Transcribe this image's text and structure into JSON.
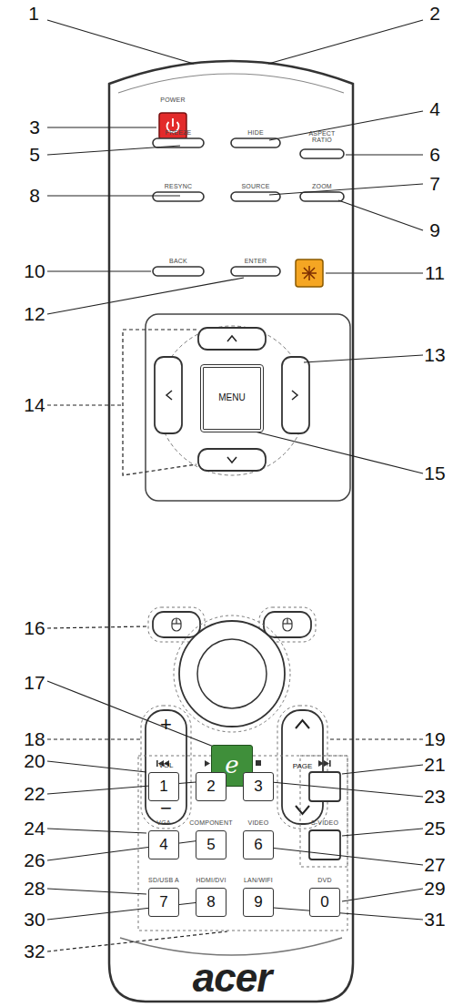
{
  "diagram": {
    "nodes": [
      {
        "text": [
          "MENU"
        ]
      },
      {
        "text": [
          "+",
          "VOL",
          "−"
        ]
      },
      {
        "text": [
          "e"
        ]
      },
      {
        "text": [
          "PAGE"
        ]
      },
      {
        "text": [
          "1"
        ]
      },
      {
        "text": [
          "2"
        ]
      },
      {
        "text": [
          "3"
        ]
      },
      {
        "text": [
          "4"
        ]
      },
      {
        "text": [
          "5"
        ]
      },
      {
        "text": [
          "6"
        ]
      },
      {
        "text": [
          "7"
        ]
      },
      {
        "text": [
          "8"
        ]
      },
      {
        "text": [
          "9"
        ]
      },
      {
        "text": [
          "0"
        ]
      }
    ],
    "labels": [
      "1",
      "2",
      "3",
      "4",
      "5",
      "6",
      "7",
      "8",
      "9",
      "10",
      "11",
      "12",
      "13",
      "14",
      "15",
      "16",
      "17",
      "18",
      "19",
      "20",
      "21",
      "22",
      "23",
      "24",
      "25",
      "26",
      "27",
      "28",
      "29",
      "30",
      "31",
      "32",
      "POWER",
      "FREEZE",
      "HIDE",
      "ASPECT RATIO",
      "RESYNC",
      "SOURCE",
      "ZOOM",
      "BACK",
      "ENTER",
      "VGA",
      "COMPONENT",
      "VIDEO",
      "S-VIDEO",
      "SD/USB A",
      "HDMI/DVI",
      "LAN/WIFI",
      "DVD",
      "acer"
    ]
  }
}
